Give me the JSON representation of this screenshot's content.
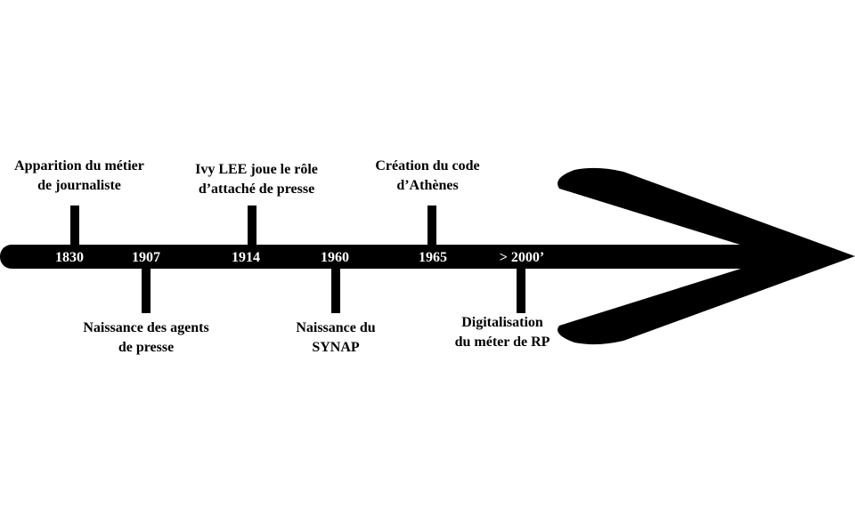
{
  "colors": {
    "arrow": "#000000",
    "year_text": "#ffffff",
    "label_text": "#000000",
    "background": "#ffffff"
  },
  "events": [
    {
      "year": "1830",
      "side": "above",
      "lines": [
        "Apparition du métier",
        "de journaliste"
      ]
    },
    {
      "year": "1907",
      "side": "below",
      "lines": [
        "Naissance des agents",
        "de presse"
      ]
    },
    {
      "year": "1914",
      "side": "above",
      "lines": [
        "Ivy LEE  joue le rôle",
        "d’attaché de presse"
      ]
    },
    {
      "year": "1960",
      "side": "below",
      "lines": [
        "Naissance du",
        "SYNAP"
      ]
    },
    {
      "year": "1965",
      "side": "above",
      "lines": [
        "Création du code",
        "d’Athènes"
      ]
    },
    {
      "year": "> 2000’",
      "side": "below",
      "lines": [
        "Digitalisation",
        "du méter de RP"
      ]
    }
  ]
}
